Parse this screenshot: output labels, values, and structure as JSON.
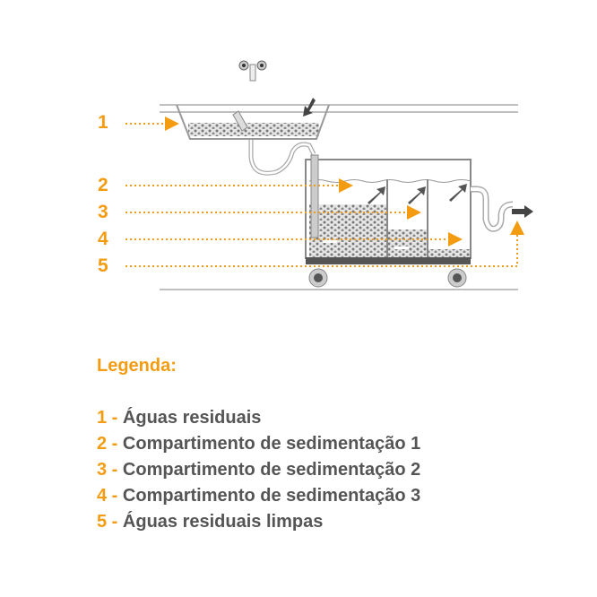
{
  "diagram": {
    "markers": [
      "1",
      "2",
      "3",
      "4",
      "5"
    ],
    "colors": {
      "accent": "#f39c12",
      "text": "#555555",
      "line": "#999999",
      "dark": "#555555"
    }
  },
  "legend": {
    "title": "Legenda:",
    "items": [
      {
        "num": "1",
        "sep": " - ",
        "label": "Águas residuais"
      },
      {
        "num": "2",
        "sep": " - ",
        "label": "Compartimento de sedimentação 1"
      },
      {
        "num": "3",
        "sep": " - ",
        "label": "Compartimento de sedimentação 2"
      },
      {
        "num": "4",
        "sep": " - ",
        "label": "Compartimento de sedimentação 3"
      },
      {
        "num": "5",
        "sep": " - ",
        "label": "Águas residuais limpas"
      }
    ]
  }
}
